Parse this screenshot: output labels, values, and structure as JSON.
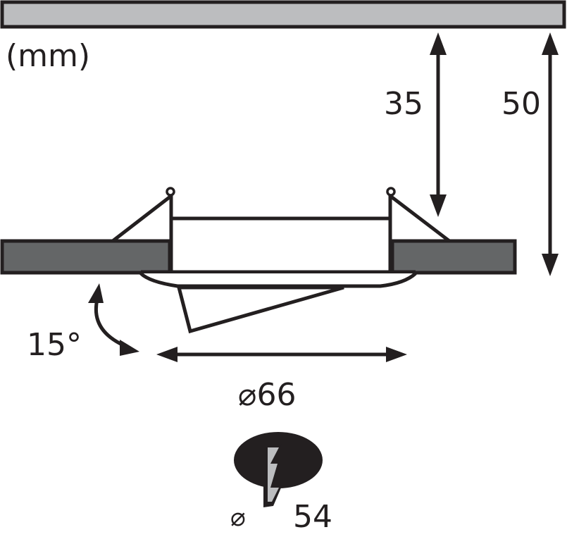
{
  "diagram": {
    "unit_label": "(mm)",
    "dimensions": {
      "recess_depth": "35",
      "total_height": "50",
      "tilt_angle": "15°",
      "outer_diameter": "⌀66",
      "cutout_symbol": "⌀",
      "cutout_diameter": "54"
    },
    "colors": {
      "ceiling_fill": "#bcbdbf",
      "panel_fill": "#646667",
      "stroke": "#231f20",
      "drill_fill": "#231f20",
      "bit_fill": "#bcbdbf",
      "background": "#ffffff"
    },
    "icons": {
      "drill_hole": "drill-cutout-icon",
      "dimension_arrow": "double-arrow",
      "tilt_arrow": "curved-double-arrow"
    }
  }
}
